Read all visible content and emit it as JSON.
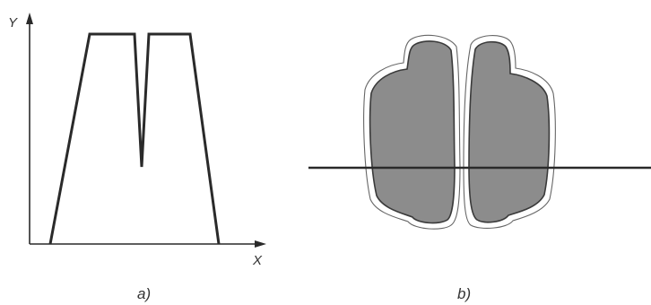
{
  "panel_a": {
    "y_axis_label": "Y",
    "x_axis_label": "X",
    "caption": "a)"
  },
  "panel_b": {
    "caption": "b)"
  },
  "colors": {
    "line": "#2a2a2a",
    "blob_fill": "#8c8c8c",
    "outline": "#555555",
    "background": "#ffffff"
  }
}
